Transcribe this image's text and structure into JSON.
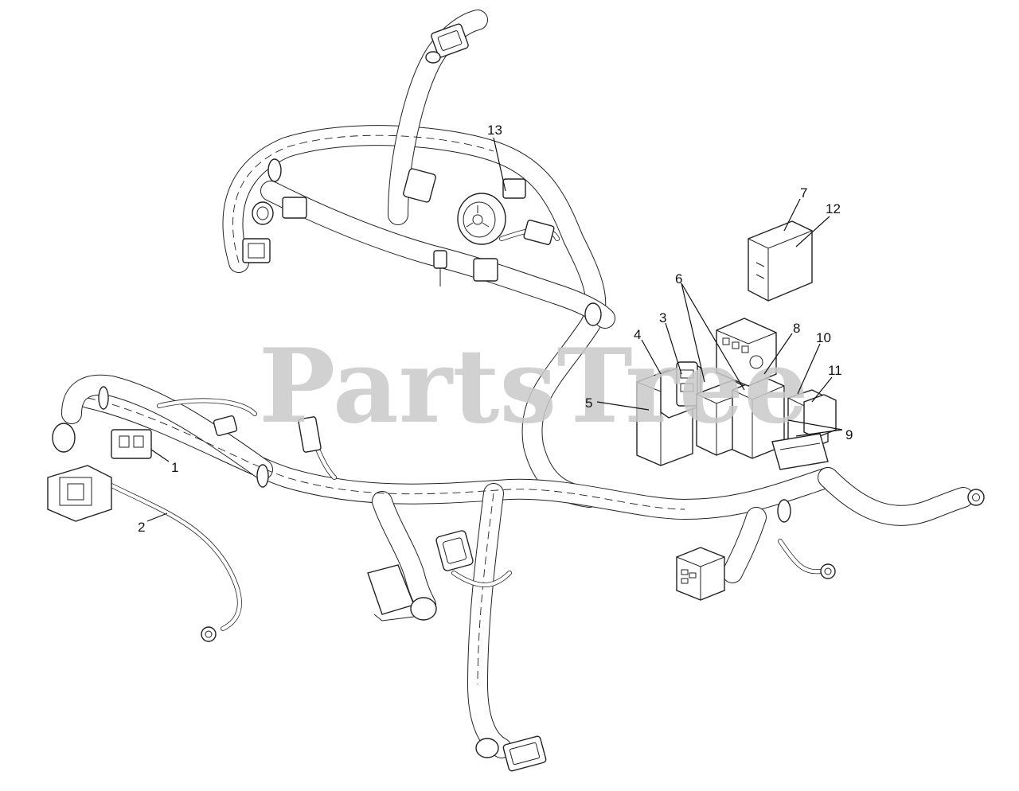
{
  "diagram": {
    "watermark": "PartsTree",
    "callouts": [
      {
        "id": "1",
        "label": "1"
      },
      {
        "id": "2",
        "label": "2"
      },
      {
        "id": "3",
        "label": "3"
      },
      {
        "id": "4",
        "label": "4"
      },
      {
        "id": "5",
        "label": "5"
      },
      {
        "id": "6",
        "label": "6"
      },
      {
        "id": "7",
        "label": "7"
      },
      {
        "id": "8",
        "label": "8"
      },
      {
        "id": "9",
        "label": "9"
      },
      {
        "id": "10",
        "label": "10"
      },
      {
        "id": "11",
        "label": "11"
      },
      {
        "id": "12",
        "label": "12"
      },
      {
        "id": "13",
        "label": "13"
      }
    ]
  }
}
